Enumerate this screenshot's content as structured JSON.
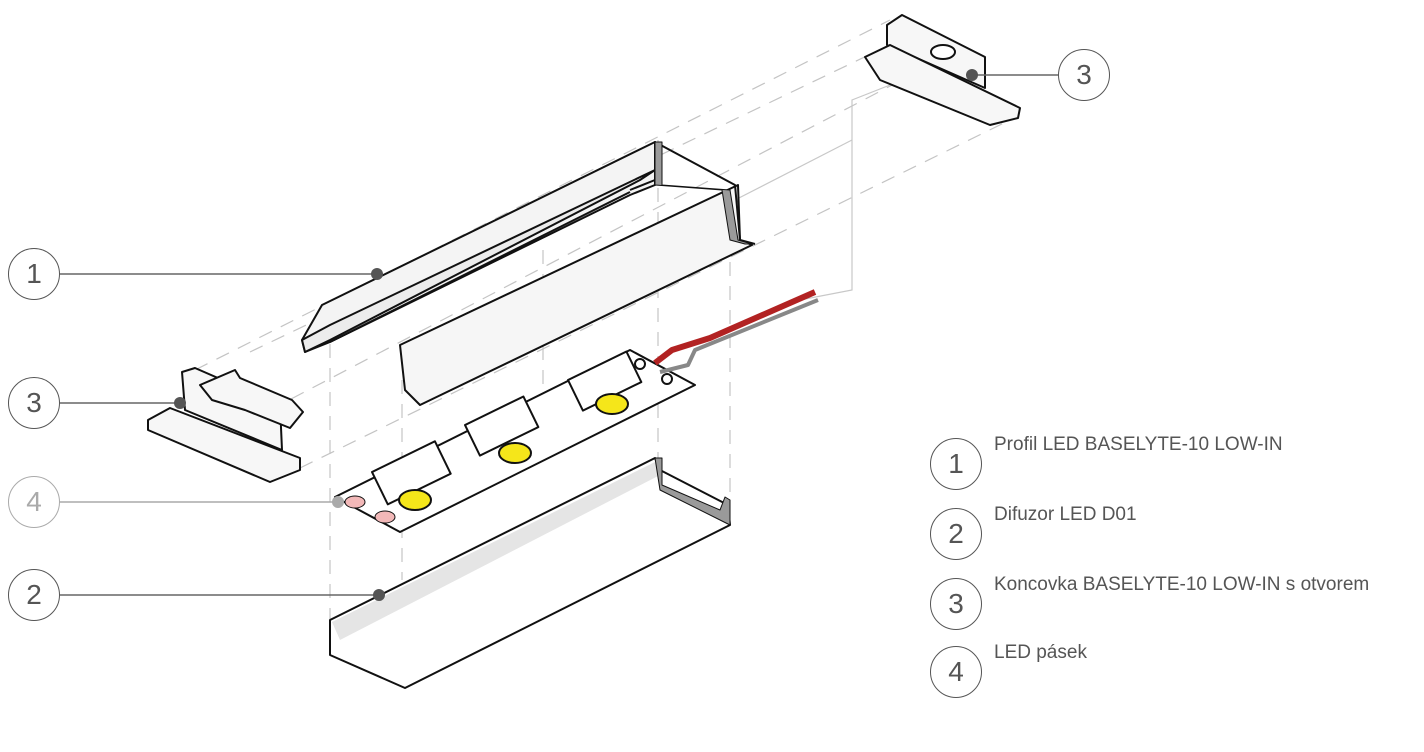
{
  "diagram": {
    "type": "exploded-assembly",
    "colors": {
      "outline": "#111111",
      "leader": "#666666",
      "dashed_guide": "#bbbbbb",
      "profile_section": "#9a9a9a",
      "led_chip": "#f5e61a",
      "wire_red": "#b22222",
      "pad_pink": "#f2b8b8"
    },
    "callouts": [
      {
        "id": "1",
        "label": "1"
      },
      {
        "id": "3a",
        "label": "3"
      },
      {
        "id": "4",
        "label": "4"
      },
      {
        "id": "2",
        "label": "2"
      },
      {
        "id": "3b",
        "label": "3"
      }
    ]
  },
  "legend": [
    {
      "number": "1",
      "text": "Profil LED BASELYTE-10 LOW-IN"
    },
    {
      "number": "2",
      "text": "Difuzor LED D01"
    },
    {
      "number": "3",
      "text": "Koncovka BASELYTE-10 LOW-IN s otvorem"
    },
    {
      "number": "4",
      "text": "LED pásek"
    }
  ]
}
